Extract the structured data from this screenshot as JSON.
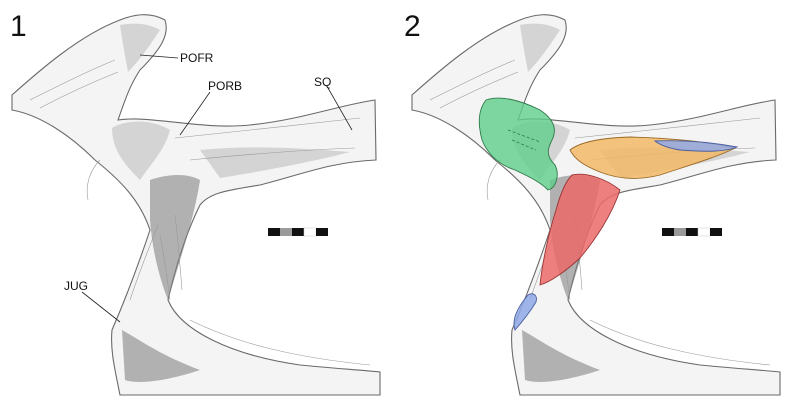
{
  "panels": [
    {
      "number": "1",
      "labels": {
        "pofr": "POFR",
        "porb": "PORB",
        "sq": "SQ",
        "jug": "JUG"
      }
    },
    {
      "number": "2"
    }
  ],
  "colors": {
    "green_region": "#5fce8a",
    "orange_region": "#f2b866",
    "red_region": "#ec6a6a",
    "blue_region": "#8fa9e8",
    "scale_black": "#111111",
    "scale_grey": "#9a9a9a"
  }
}
